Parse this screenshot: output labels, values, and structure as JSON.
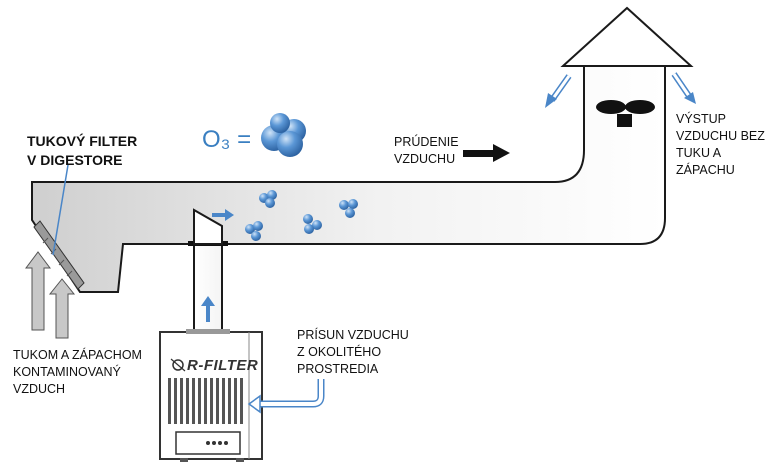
{
  "labels": {
    "grease_filter": [
      "TUKOVÝ FILTER",
      "V DIGESTORE"
    ],
    "ozone_formula": "O₃ =",
    "air_flow": [
      "PRÚDENIE",
      "VZDUCHU"
    ],
    "outlet": [
      "VÝSTUP",
      "VZDUCHU BEZ",
      "TUKU A",
      "ZÁPACHU"
    ],
    "contaminated_air": [
      "TUKOM A ZÁPACHOM",
      "KONTAMINOVANÝ",
      "VZDUCH"
    ],
    "ambient_air_supply": [
      "PRÍSUN VZDUCHU",
      "Z OKOLITÉHO",
      "PROSTREDIA"
    ]
  },
  "device": {
    "brand": "R-FILTER"
  },
  "colors": {
    "ozone_blue": "#3a7fc1",
    "arrow_blue": "#4a86c8",
    "duct_outline": "#1a1a1a",
    "duct_fill": "#d9d9d9"
  }
}
